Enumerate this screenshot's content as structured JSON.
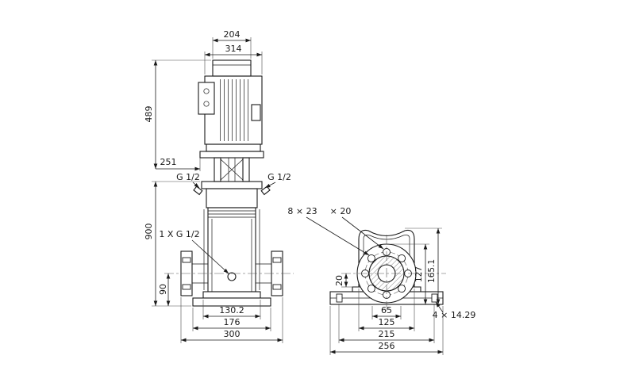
{
  "colors": {
    "line": "#1a1a1a",
    "background": "#ffffff"
  },
  "front_view": {
    "dim_fan_width": "204",
    "dim_motor_width": "314",
    "dim_motor_height": "489",
    "dim_stool_offset": "251",
    "plug_left": "G 1/2",
    "plug_right": "G 1/2",
    "dim_total_height": "900",
    "drain_label": "1 X G 1/2",
    "dim_port_height": "90",
    "dim_chamber_width": "130.2",
    "dim_base_width": "176",
    "dim_port_to_port": "300"
  },
  "base_view": {
    "bolt_label": "8 × 23",
    "bolt_label_2": "× 20",
    "dim_base_height": "20",
    "dim_height_flange": "127",
    "dim_height_top": "165.1",
    "dim_bore": "65",
    "dim_inner": "125",
    "dim_holes": "215",
    "dim_plate": "256",
    "hole_label": "4 × 14.29"
  }
}
